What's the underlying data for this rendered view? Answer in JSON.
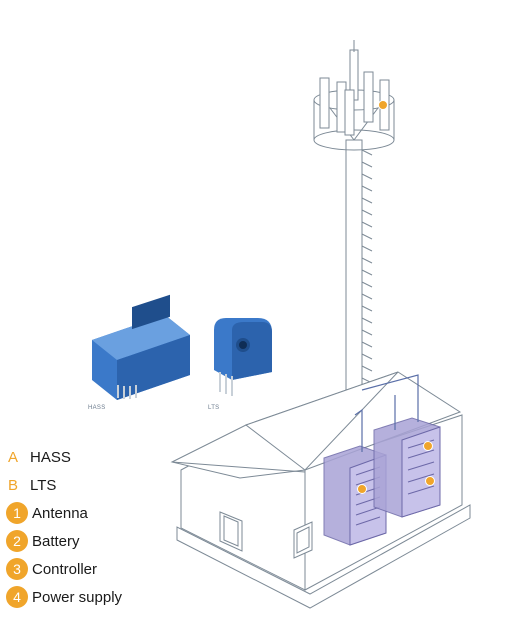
{
  "products": [
    {
      "letter": "A",
      "name": "HASS",
      "caption": "HASS"
    },
    {
      "letter": "B",
      "name": "LTS",
      "caption": "LTS"
    }
  ],
  "components": [
    {
      "number": "1",
      "name": "Antenna"
    },
    {
      "number": "2",
      "name": "Battery"
    },
    {
      "number": "3",
      "name": "Controller"
    },
    {
      "number": "4",
      "name": "Power supply"
    }
  ],
  "colors": {
    "accent": "#f0a52b",
    "sensor_blue": "#3b79c9",
    "cabinet": "#a9a3d6",
    "outline": "#7d8a96"
  }
}
